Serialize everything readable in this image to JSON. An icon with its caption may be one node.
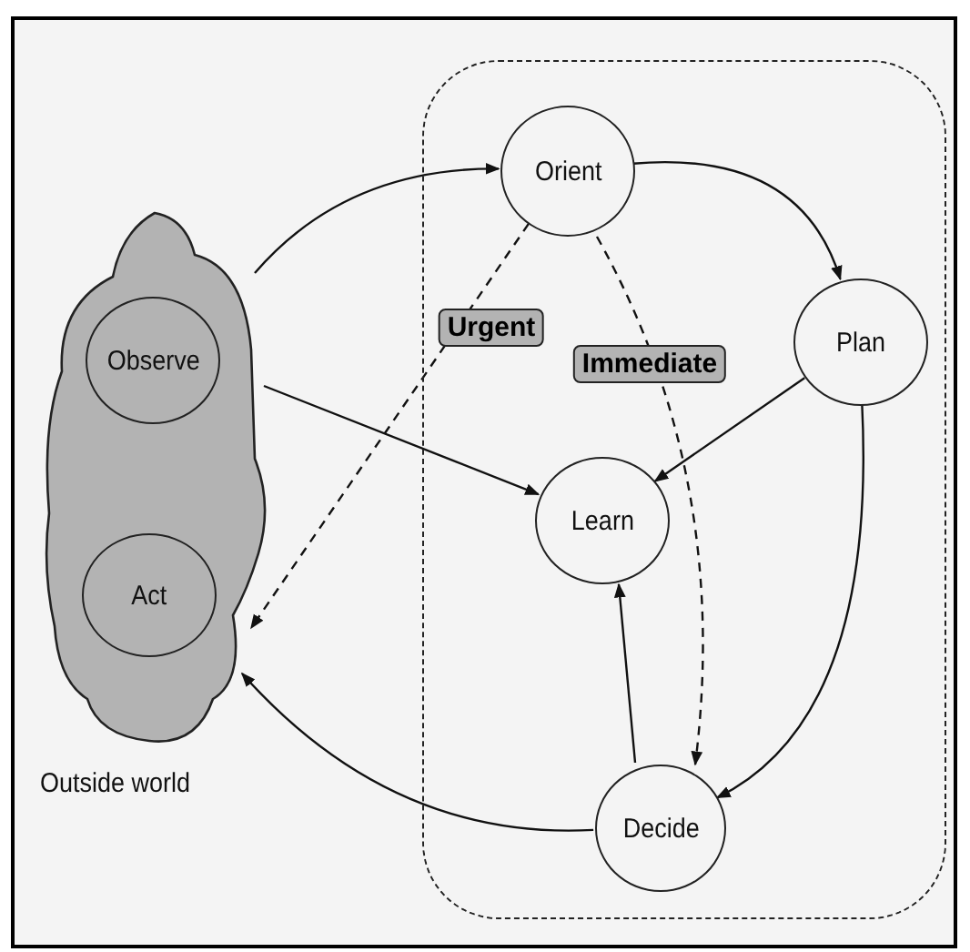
{
  "diagram": {
    "nodes": [
      {
        "text": [
          "Outside world"
        ]
      },
      {
        "text": [
          "Observe"
        ],
        "in": 0
      },
      {
        "text": [
          "Act"
        ],
        "in": 0
      },
      {
        "text": [],
        "shape": "box"
      },
      {
        "text": [
          "Orient"
        ],
        "in": 3
      },
      {
        "text": [
          "Plan"
        ],
        "in": 3
      },
      {
        "text": [
          "Learn"
        ],
        "in": 3
      },
      {
        "text": [
          "Decide"
        ],
        "in": 3
      }
    ],
    "edges": [
      {
        "from": 0,
        "to": 4,
        "arrow": "to"
      },
      {
        "from": 1,
        "to": 6,
        "arrow": "to"
      },
      {
        "from": 4,
        "to": 5,
        "arrow": "to"
      },
      {
        "from": 5,
        "to": 6,
        "arrow": "to"
      },
      {
        "from": 5,
        "to": 7,
        "arrow": "to"
      },
      {
        "from": 4,
        "to": 0,
        "arrow": "to",
        "style": "dashed",
        "label": "Urgent"
      },
      {
        "from": 4,
        "to": 7,
        "arrow": "to",
        "style": "dashed",
        "label": "Immediate"
      },
      {
        "from": 7,
        "to": 6,
        "arrow": "to"
      },
      {
        "from": 7,
        "to": 0,
        "arrow": "to"
      }
    ]
  }
}
